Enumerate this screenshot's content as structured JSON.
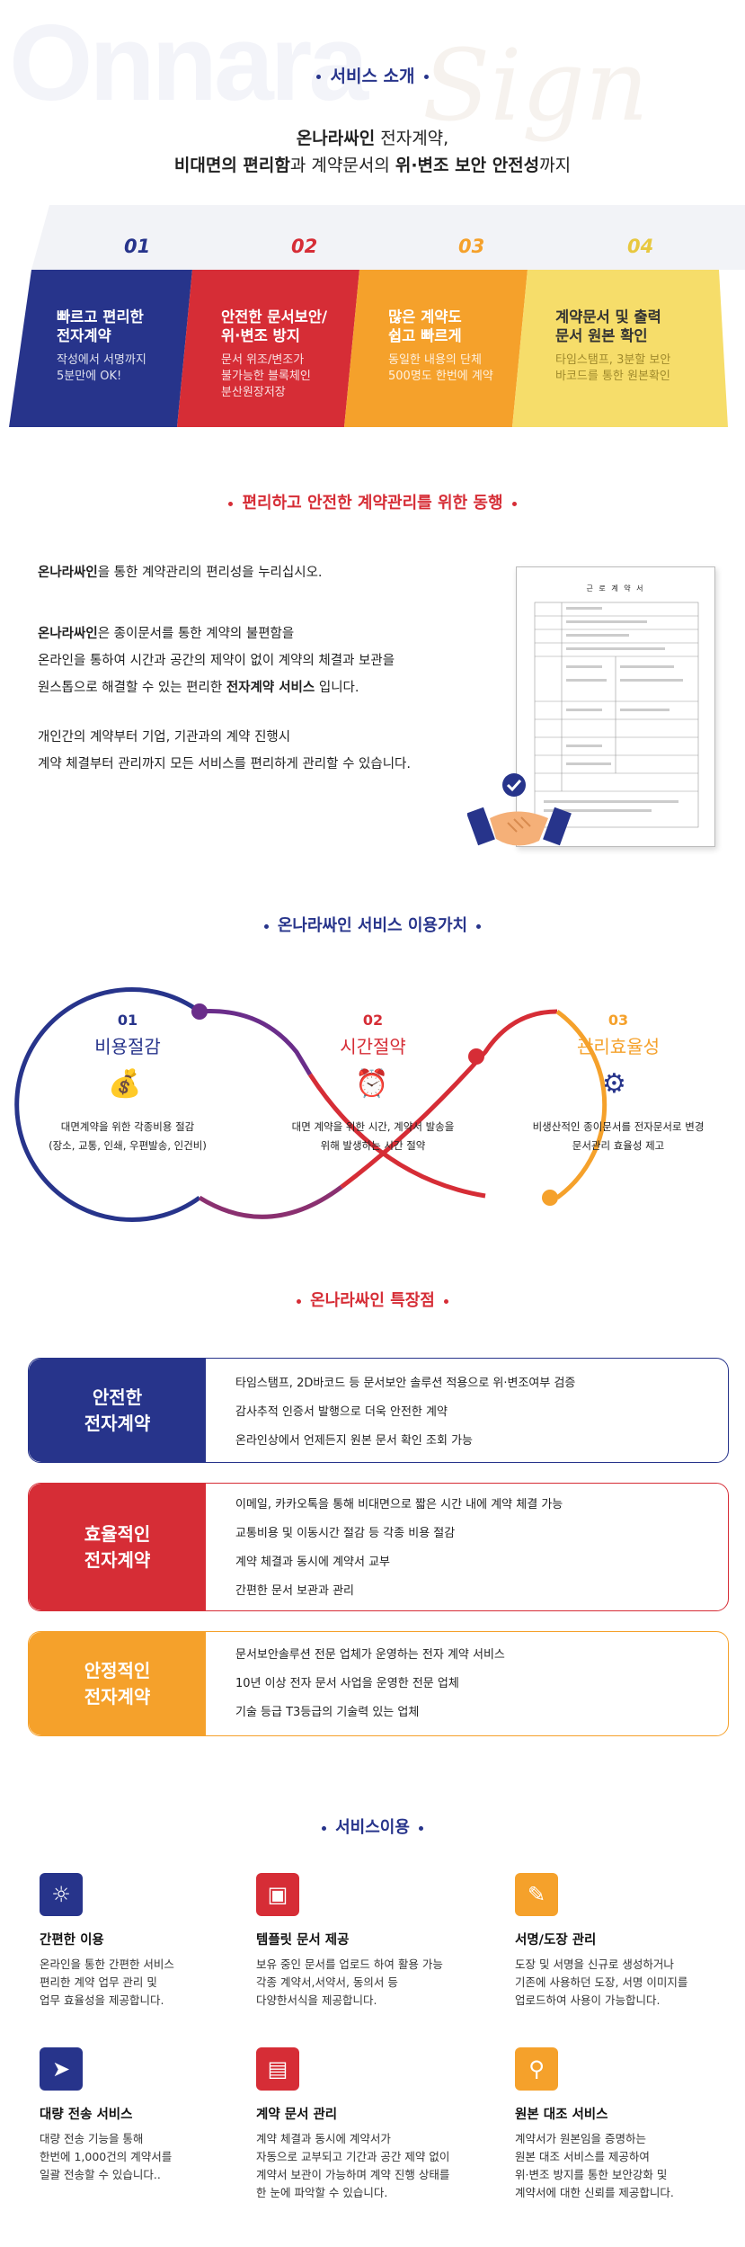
{
  "bg_word": "Onnara",
  "bg_sign": "Sign",
  "section1": {
    "title": "서비스 소개",
    "hero_line1_bold": "온나라싸인",
    "hero_line1_rest": " 전자계약,",
    "hero_line2_bold1": "비대면의 편리함",
    "hero_line2_mid": "과 계약문서의 ",
    "hero_line2_bold2": "위·변조 보안 안전성",
    "hero_line2_end": "까지"
  },
  "steps": [
    {
      "num": "01",
      "title1": "빠르고 편리한",
      "title2": "전자계약",
      "desc1": "작성에서 서명까지",
      "desc2": "5분만에 OK!",
      "color": "#27348b"
    },
    {
      "num": "02",
      "title1": "안전한 문서보안/",
      "title2": "위·변조 방지",
      "desc1": "문서 위조/변조가",
      "desc2": "불가능한 블록체인",
      "desc3": "분산원장저장",
      "color": "#d62d36"
    },
    {
      "num": "03",
      "title1": "많은 계약도",
      "title2": "쉽고 빠르게",
      "desc1": "동일한 내용의 단체",
      "desc2": "500명도 한번에 계약",
      "color": "#f5a12b"
    },
    {
      "num": "04",
      "title1": "계약문서 및 출력",
      "title2": "문서 원본 확인",
      "desc1": "타임스탬프, 3분할 보안",
      "desc2": "바코드를 통한 원본확인",
      "color": "#f6dd6a"
    }
  ],
  "section2": {
    "title": "편리하고 안전한 계약관리를 위한 동행",
    "p1_bold": "온나라싸인",
    "p1_rest": "을 통한 계약관리의 편리성을 누리십시오.",
    "p2_bold": "온나라싸인",
    "p2_rest": "은 종이문서를 통한 계약의 불편함을",
    "p2_line2": "온라인을 통하여 시간과 공간의 제약이 없이 계약의 체결과 보관을",
    "p2_line3a": "원스톱으로 해결할 수 있는 편리한 ",
    "p2_line3b": "전자계약 서비스",
    "p2_line3c": " 입니다.",
    "p3_line1": "개인간의 계약부터 기업, 기관과의 계약 진행시",
    "p3_line2": "계약 체결부터 관리까지 모든 서비스를 편리하게 관리할 수 있습니다.",
    "doc_title": "근 로 계 약 서"
  },
  "section3": {
    "title": "온나라싸인 서비스 이용가치",
    "values": [
      {
        "num": "01",
        "name": "비용절감",
        "desc1": "대면계약을 위한 각종비용 절감",
        "desc2": "(장소, 교통, 인쇄, 우편발송, 인건비)",
        "color": "#27348b"
      },
      {
        "num": "02",
        "name": "시간절약",
        "desc1": "대면 계약을 위한 시간, 계약서 발송을",
        "desc2": "위해 발생하는 시간 절약",
        "color": "#d62d36"
      },
      {
        "num": "03",
        "name": "관리효율성",
        "desc1": "비생산적인 종이문서를 전자문서로 변경",
        "desc2": "문서관리 효율성 제고",
        "color": "#f5a12b"
      }
    ]
  },
  "section4": {
    "title": "온나라싸인 특장점",
    "features": [
      {
        "l1": "안전한",
        "l2": "전자계약",
        "color": "#27348b",
        "items": [
          "타임스탬프, 2D바코드 등 문서보안 솔루션 적용으로 위·변조여부 검증",
          "감사추적 인증서 발행으로 더욱 안전한 계약",
          "온라인상에서 언제든지 원본 문서 확인 조회 가능"
        ]
      },
      {
        "l1": "효율적인",
        "l2": "전자계약",
        "color": "#d62d36",
        "items": [
          "이메일, 카카오톡을 통해 비대면으로 짧은 시간 내에 계약 체결 가능",
          "교통비용 및 이동시간 절감 등 각종 비용 절감",
          "계약 체결과 동시에 계약서 교부",
          "간편한 문서 보관과 관리"
        ]
      },
      {
        "l1": "안정적인",
        "l2": "전자계약",
        "color": "#f5a12b",
        "items": [
          "문서보안솔루션 전문 업체가 운영하는 전자 계약 서비스",
          "10년 이상 전자 문서 사업을 운영한 전문 업체",
          "기술 등급 T3등급의 기술력 있는 업체"
        ]
      }
    ]
  },
  "section5": {
    "title": "서비스이용",
    "services": [
      {
        "icon": "easy-icon",
        "glyph": "☼",
        "title": "간편한 이용",
        "lines": [
          "온라인을 통한 간편한 서비스",
          "편리한 계약 업무 관리 및",
          "업무 효율성을 제공합니다."
        ],
        "color": "#27348b"
      },
      {
        "icon": "template-icon",
        "glyph": "▣",
        "title": "템플릿 문서 제공",
        "lines": [
          "보유 중인 문서를 업로드 하여 활용 가능",
          "각종 계약서,서약서, 동의서 등",
          "다양한서식을 제공합니다."
        ],
        "color": "#d62d36"
      },
      {
        "icon": "stamp-icon",
        "glyph": "✎",
        "title": "서명/도장 관리",
        "lines": [
          "도장 및 서명을 신규로 생성하거나",
          "기존에 사용하던 도장, 서명 이미지를",
          "업로드하여 사용이 가능합니다."
        ],
        "color": "#f5a12b"
      },
      {
        "icon": "send-icon",
        "glyph": "➤",
        "title": "대량 전송 서비스",
        "lines": [
          "대량 전송 기능을 통해",
          "한번에 1,000건의 계약서를",
          "일괄 전송할 수 있습니다.."
        ],
        "color": "#27348b"
      },
      {
        "icon": "folder-icon",
        "glyph": "▤",
        "title": "계약 문서 관리",
        "lines": [
          "계약 체결과 동시에 계약서가",
          "자동으로 교부되고 기간과 공간 제약 없이",
          "계약서 보관이 가능하며 계약 진행 상태를",
          "한 눈에 파악할 수 있습니다."
        ],
        "color": "#d62d36"
      },
      {
        "icon": "verify-icon",
        "glyph": "⚲",
        "title": "원본 대조 서비스",
        "lines": [
          "계약서가 원본임을 증명하는",
          "원본 대조 서비스를 제공하여",
          "위·변조 방지를 통한 보안강화 및",
          "계약서에 대한 신뢰를 제공합니다."
        ],
        "color": "#f5a12b"
      }
    ]
  }
}
